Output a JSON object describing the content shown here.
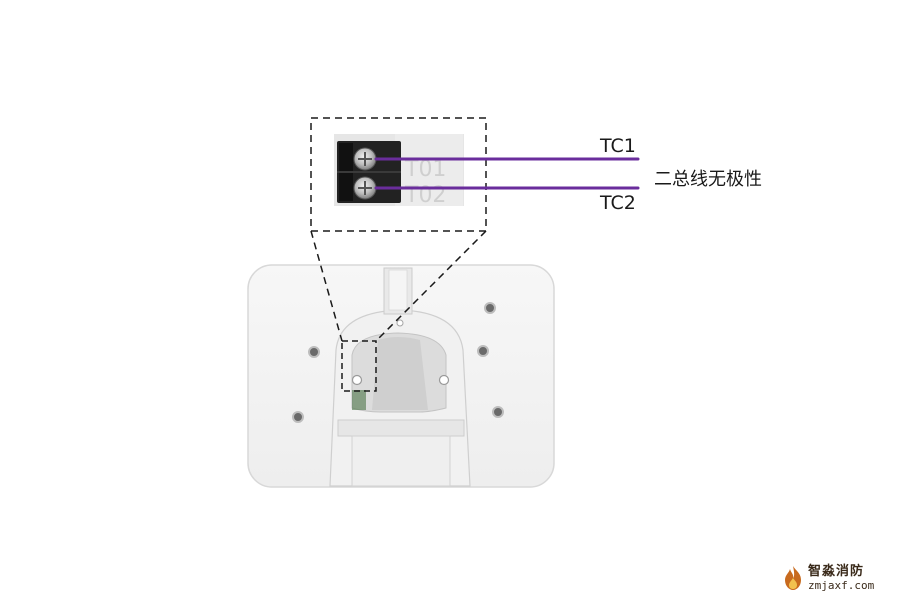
{
  "labels": {
    "tc1": "TC1",
    "tc2": "TC2",
    "bus": "二总线无极性"
  },
  "terminal_block": {
    "marks": [
      "T01",
      "T02"
    ]
  },
  "watermark": {
    "name": "智淼消防",
    "url": "zmjaxf.com"
  },
  "colors": {
    "wire": "#6a2d9c",
    "plate": "#f4f4f4",
    "plate_edge": "#dcdcdc",
    "terminal": "#222222",
    "dash": "#1a1a1a"
  },
  "icons": [
    "screw-icon",
    "flame-logo-icon"
  ]
}
